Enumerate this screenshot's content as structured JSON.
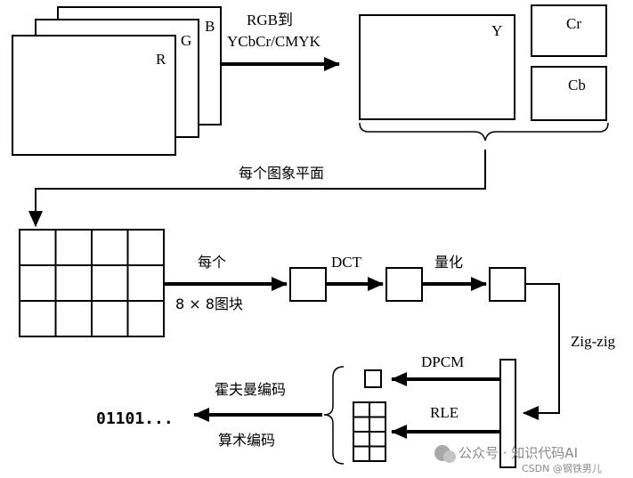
{
  "channels": {
    "r": "R",
    "g": "G",
    "b": "B"
  },
  "conversion": {
    "line1": "RGB到",
    "line2": "YCbCr/CMYK"
  },
  "components": {
    "y": "Y",
    "cr": "Cr",
    "cb": "Cb"
  },
  "each_plane": "每个图象平面",
  "per_block": {
    "line1": "每个",
    "line2": "8 × 8图块"
  },
  "steps": {
    "dct": "DCT",
    "quant": "量化",
    "zigzag": "Zig-zig",
    "dpcm": "DPCM",
    "rle": "RLE"
  },
  "coding": {
    "huffman": "霍夫曼编码",
    "arithmetic": "算术编码"
  },
  "output": "01101...",
  "watermark": {
    "main": "公众号 · 知识代码AI",
    "sub": "CSDN @钢铁男儿"
  }
}
